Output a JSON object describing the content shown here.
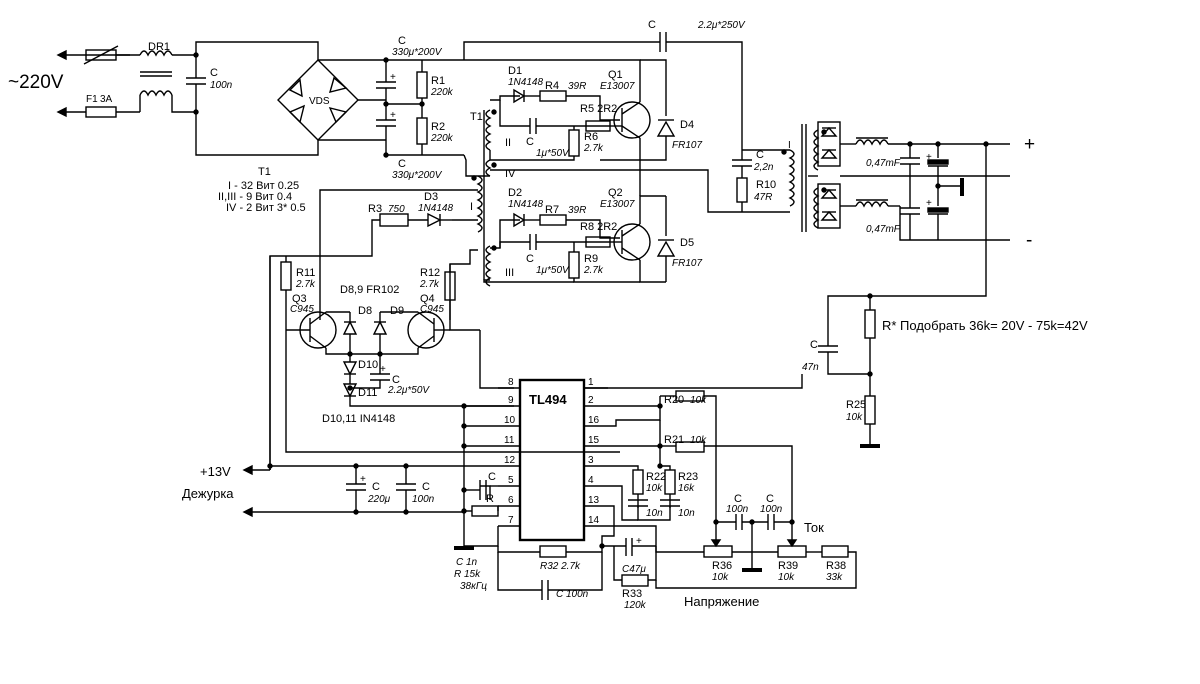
{
  "title_mains": "~220V",
  "labels": {
    "dr1": "DR1",
    "c_in": "C",
    "c_in_v": "100n",
    "f1": "F1",
    "f1_v": "3A",
    "vds": "VDS",
    "c_bulk_top": "C",
    "c_bulk_top_v": "330μ*200V",
    "c_bulk_bot": "C",
    "c_bulk_bot_v": "330μ*200V",
    "r1": "R1",
    "r1_v": "220k",
    "r2": "R2",
    "r2_v": "220k",
    "c_top": "C",
    "c_top_v": "2.2μ*250V",
    "d1": "D1",
    "d1_v": "1N4148",
    "d2": "D2",
    "d2_v": "1N4148",
    "r4": "R4",
    "r4_v": "39R",
    "r7": "R7",
    "r7_v": "39R",
    "q1": "Q1",
    "q1_v": "E13007",
    "q2": "Q2",
    "q2_v": "E13007",
    "r5": "R5 2R2",
    "r8": "R8 2R2",
    "r6": "R6",
    "r6_v": "2.7k",
    "r9": "R9",
    "r9_v": "2.7k",
    "c_q1": "C",
    "c_q1_v": "1μ*50V",
    "c_q2": "C",
    "c_q2_v": "1μ*50V",
    "d4": "D4",
    "d4_v": "FR107",
    "d5": "D5",
    "d5_v": "FR107",
    "t1": "T1",
    "wind_i": "I",
    "wind_ii": "II",
    "wind_iii": "III",
    "wind_iv": "IV",
    "c_snub": "C",
    "c_snub_v": "2,2n",
    "r10": "R10",
    "r10_v": "47R",
    "out_cap1": "0,47mF",
    "out_cap2": "0,47mF",
    "plus": "+",
    "minus": "-",
    "t1_spec_title": "T1",
    "t1_spec_1": "I - 32 Вит 0.25",
    "t1_spec_2": "II,III - 9 Вит 0.4",
    "t1_spec_3": "IV - 2 Вит 3* 0.5",
    "r3": "R3",
    "r3_v": "750",
    "d3": "D3",
    "d3_v": "1N4148",
    "r11": "R11",
    "r11_v": "2.7k",
    "r12": "R12",
    "r12_v": "2.7k",
    "q3": "Q3",
    "q3_v": "C945",
    "q4": "Q4",
    "q4_v": "C945",
    "d89": "D8,9 FR102",
    "d8": "D8",
    "d9": "D9",
    "d10": "D10",
    "d11": "D11",
    "c_d10": "C",
    "c_d10_v": "2.2μ*50V",
    "d1011": "D10,11 IN4148",
    "r_star": "R* Подобрать 36k= 20V - 75k=42V",
    "c_fb": "C",
    "c_fb_v": "47n",
    "r25": "R25",
    "r25_v": "10k",
    "ic": "TL494",
    "pins_left": [
      "8",
      "9",
      "10",
      "11",
      "12",
      "5",
      "6",
      "7"
    ],
    "pins_right": [
      "1",
      "2",
      "16",
      "15",
      "3",
      "4",
      "13",
      "14"
    ],
    "r20": "R20",
    "r20_v": "10k",
    "r21": "R21",
    "r21_v": "10k",
    "r22": "R22",
    "r22_v": "10k",
    "r23": "R23",
    "r23_v": "16k",
    "c_r22": "10n",
    "c_r23": "10n",
    "p13v": "+13V",
    "standby": "Дежурка",
    "c_sb1": "C",
    "c_sb1_v": "220μ",
    "c_sb2": "C",
    "c_sb2_v": "100n",
    "c_ct": "C",
    "r_rt": "R",
    "c_ct_note": "C 1n",
    "r_rt_note": "R 15k",
    "freq": "38кГц",
    "r32": "R32 2.7k",
    "c_r32": "C 100n",
    "c47": "C47μ",
    "r33": "R33",
    "r33_v": "120k",
    "voltage": "Напряжение",
    "current": "Ток",
    "c_r36": "C",
    "c_r36_v": "100n",
    "c_r39": "C",
    "c_r39_v": "100n",
    "r36": "R36",
    "r36_v": "10k",
    "r39": "R39",
    "r39_v": "10k",
    "r38": "R38",
    "r38_v": "33k"
  }
}
